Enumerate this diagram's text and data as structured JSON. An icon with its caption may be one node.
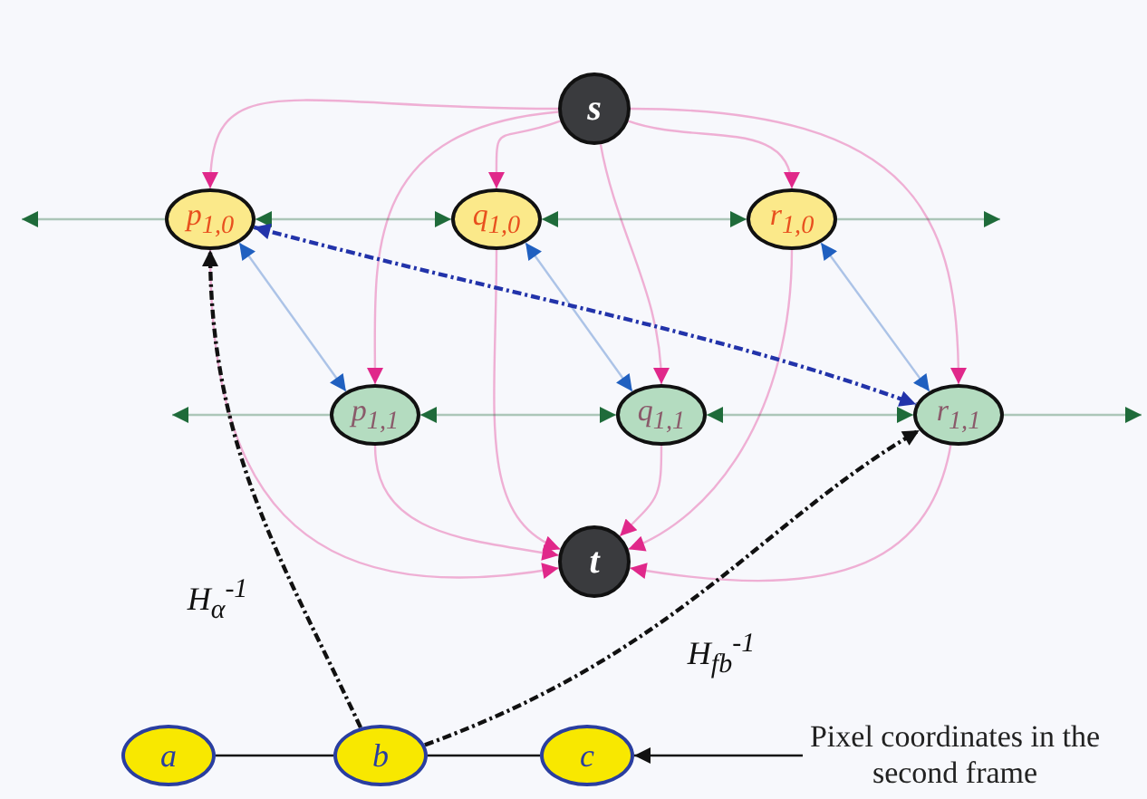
{
  "diagram": {
    "nodes": [
      {
        "text": [
          "s"
        ]
      },
      {
        "text": [
          "p$_{1,0}$"
        ]
      },
      {
        "text": [
          "q$_{1,0}$"
        ]
      },
      {
        "text": [
          "r$_{1,0}$"
        ]
      },
      {
        "text": [
          "p$_{1,1}$"
        ]
      },
      {
        "text": [
          "q$_{1,1}$"
        ]
      },
      {
        "text": [
          "r$_{1,1}$"
        ]
      },
      {
        "text": [
          "t"
        ]
      },
      {
        "text": [
          "a"
        ]
      },
      {
        "text": [
          "b"
        ]
      },
      {
        "text": [
          "c"
        ]
      },
      {
        "text": [
          "Pixel coordinates in the second frame"
        ]
      }
    ],
    "edges": [
      {
        "from": 0,
        "to": 1,
        "arrow": "to"
      },
      {
        "from": 0,
        "to": 2,
        "arrow": "to"
      },
      {
        "from": 0,
        "to": 3,
        "arrow": "to"
      },
      {
        "from": 0,
        "to": 4,
        "arrow": "to"
      },
      {
        "from": 0,
        "to": 5,
        "arrow": "to"
      },
      {
        "from": 0,
        "to": 6,
        "arrow": "to"
      },
      {
        "from": 1,
        "to": 7,
        "arrow": "to"
      },
      {
        "from": 2,
        "to": 7,
        "arrow": "to"
      },
      {
        "from": 3,
        "to": 7,
        "arrow": "to"
      },
      {
        "from": 4,
        "to": 7,
        "arrow": "to"
      },
      {
        "from": 5,
        "to": 7,
        "arrow": "to"
      },
      {
        "from": 6,
        "to": 7,
        "arrow": "to"
      },
      {
        "from": 1,
        "to": null,
        "arrow": "to",
        "color": "#1f6b3a"
      },
      {
        "from": 1,
        "to": 2,
        "arrow": "both",
        "color": "#1f6b3a"
      },
      {
        "from": 2,
        "to": 3,
        "arrow": "both",
        "color": "#1f6b3a"
      },
      {
        "from": 3,
        "to": null,
        "arrow": "to",
        "color": "#1f6b3a"
      },
      {
        "from": 4,
        "to": null,
        "arrow": "to",
        "color": "#1f6b3a"
      },
      {
        "from": 4,
        "to": 5,
        "arrow": "both",
        "color": "#1f6b3a"
      },
      {
        "from": 5,
        "to": 6,
        "arrow": "both",
        "color": "#1f6b3a"
      },
      {
        "from": 6,
        "to": null,
        "arrow": "to",
        "color": "#1f6b3a"
      },
      {
        "from": 1,
        "to": 4,
        "arrow": "both",
        "color": "#2060c0"
      },
      {
        "from": 2,
        "to": 5,
        "arrow": "both",
        "color": "#2060c0"
      },
      {
        "from": 3,
        "to": 6,
        "arrow": "both",
        "color": "#2060c0"
      },
      {
        "from": 1,
        "to": 6,
        "arrow": "both",
        "style": "dashed",
        "color": "#2233aa"
      },
      {
        "from": 9,
        "to": 1,
        "arrow": "to",
        "label": "H$_{α}$$^{-1}$",
        "style": "dashed",
        "color": "#111111"
      },
      {
        "from": 9,
        "to": 6,
        "arrow": "to",
        "label": "H$_{f}$$_{b}$$^{-1}$",
        "style": "dashed",
        "color": "#111111"
      },
      {
        "from": 8,
        "to": 9,
        "arrow": "none",
        "color": "#111111"
      },
      {
        "from": 9,
        "to": 10,
        "arrow": "none",
        "color": "#111111"
      },
      {
        "from": 11,
        "to": 10,
        "arrow": "to",
        "color": "#111111"
      }
    ]
  }
}
